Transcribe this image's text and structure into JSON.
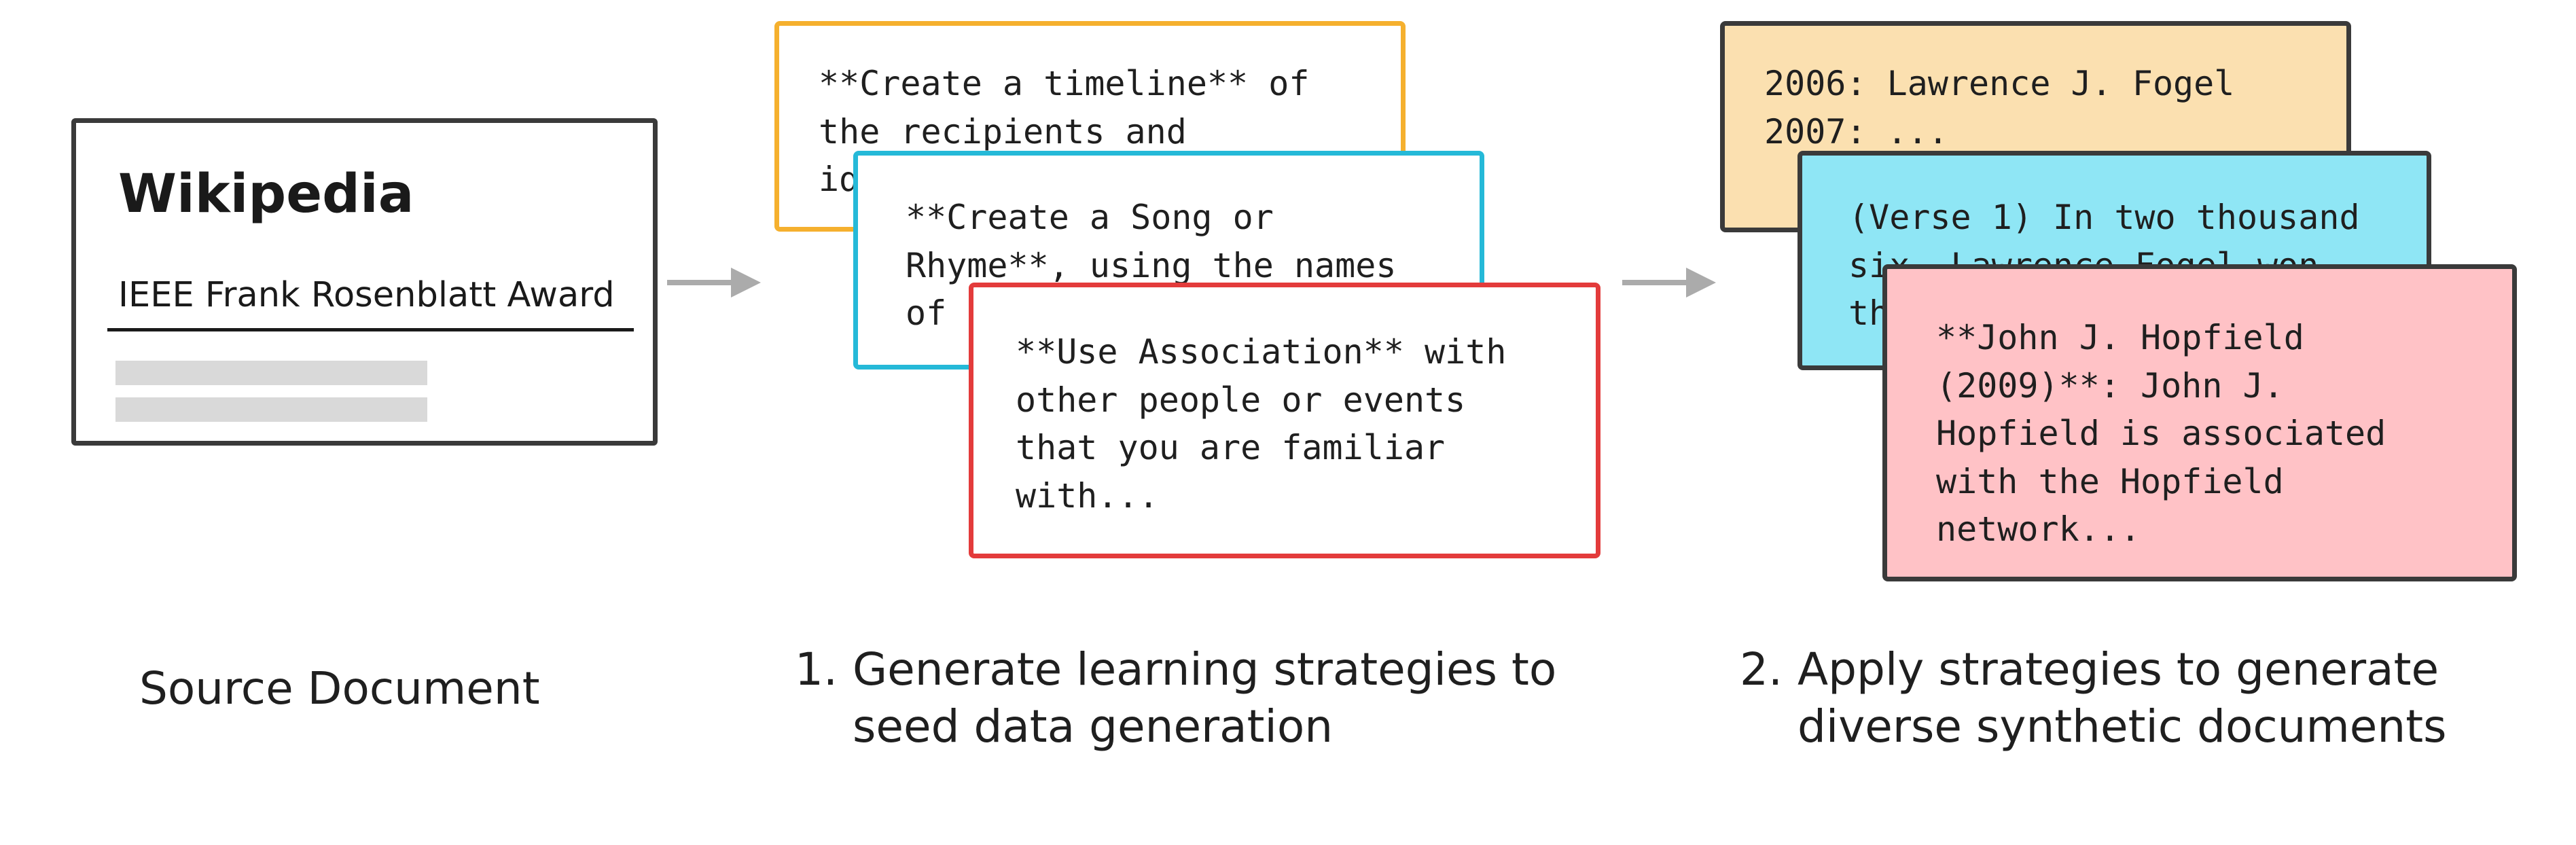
{
  "source": {
    "title": "Wikipedia",
    "subtitle": "IEEE Frank Rosenblatt Award",
    "caption": "Source Document"
  },
  "strategies": [
    {
      "text": "**Create a timeline** of\nthe recipients and\nid",
      "border_color": "#f5b02e"
    },
    {
      "text": "**Create a Song or\nRhyme**, using the names\nof",
      "border_color": "#25b9d8"
    },
    {
      "text": "**Use Association** with\nother people or events\nthat you are familiar\nwith...",
      "border_color": "#e33b3b"
    }
  ],
  "documents": [
    {
      "text": "2006: Lawrence J. Fogel\n2007: ...",
      "fill_color": "#fbe0b0"
    },
    {
      "text": "(Verse 1) In two thousand\nsix, Lawrence Fogel won\nth",
      "fill_color": "#8fe6f5"
    },
    {
      "text": "**John J. Hopfield\n(2009)**: John J.\nHopfield is associated\nwith the Hopfield\nnetwork...",
      "fill_color": "#ffc2c6"
    }
  ],
  "steps": [
    {
      "number": "1.",
      "line1": "Generate learning strategies to",
      "line2": "seed data generation"
    },
    {
      "number": "2.",
      "line1": "Apply strategies to generate",
      "line2": "diverse synthetic documents"
    }
  ]
}
